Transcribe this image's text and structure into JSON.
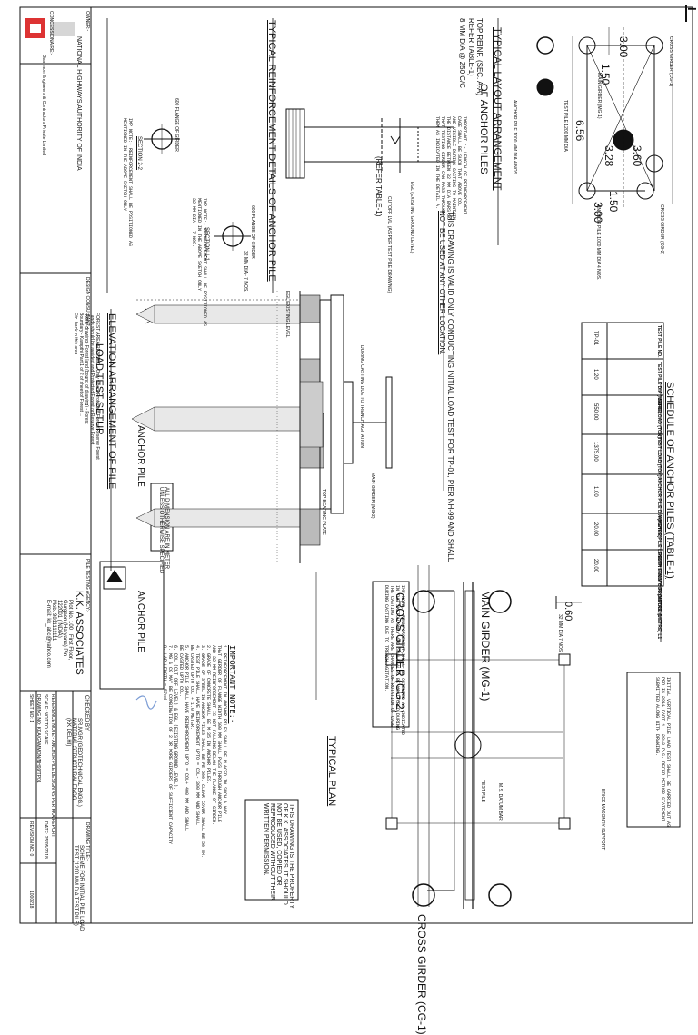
{
  "sheet": {
    "page_marker": "I",
    "layout": {
      "title": "TYPICAL LAYOUT ARRANGEMENT",
      "subtitle": "OF ANCHOR PILES",
      "dims": [
        "3.00",
        "1.50",
        "6.56",
        "3.28",
        "3.60",
        "1.50",
        "3.00"
      ],
      "test_pile_label": "TEST PILE 1200 MM DIA",
      "anchor_pile_label_1": "ANCHOR PILE 1000 MM DIA 4 NOS.",
      "anchor_pile_label_2": "ANCHOR PILE 1000 MM DIA 4 NOS.",
      "cross_girder_1": "CROSS GIRDER (CG-1)",
      "cross_girder_2": "CROSS GIRDER (CG-2)",
      "main_girder": "MAIN GIRDER (MG-1)"
    },
    "validity_note": [
      "THIS DRAWING IS VALID ONLY CONDUCTING INITIAL LOAD TEST FOR TP-01, PIER NH-99 AND SHALL",
      "NOT BE USED AT ANY OTHER LOCATION."
    ],
    "schedule": {
      "title": "SCHEDULE OF ANCHOR PILES (TABLE-1)",
      "headers": [
        "TEST PILE NO.",
        "TEST PILE DIA (METRE)",
        "SAFE LOAD (TON)",
        "TEST LOAD (TON)",
        "ANCHOR PILE DIA (METRE)",
        "ANCHOR PILE LENGTH FROM COL (METRE) L",
        "REINF. LENGTH FROM COL (METRE) L1"
      ],
      "row": [
        "TP-01",
        "1.20",
        "550.00",
        "1375.00",
        "1.00",
        "20.00",
        "20.00"
      ]
    },
    "initial_note": [
      "INITIAL VERTICAL PILE LOAD TEST SHALL BE CARRIED OUT AS",
      "PER IS 2911 PART 4 - 2013 P.S. REFER METHOD STATEMENT",
      "SUBMITTED ALONG WITH DRAWING."
    ],
    "reinf": {
      "title": "TYPICAL REINFORCEMENT DETAILS OF ANCHOR PILE",
      "top_reinf": [
        "TOP REINF. (SEC. A-A)",
        "REFER TABLE-1)"
      ],
      "links": "8 MM DIA @ 250 C/C",
      "refer": "(REFER TABLE-1)",
      "cutoff": "CUTOFF LVL. (AS PER TEST PILE DRAWING)",
      "egl": "EGL (EXISTING GROUND LEVEL)",
      "important": [
        "IMPORTANT :- LENGTH OF REINFORCEMENT",
        "CAGE SHALL BE SUCH THAT ABOVE COL",
        "AND VISIBLE DURING CASTING TO MAINTAIN",
        "THE DISTANCE BETWEEN 32 MM DIA BARS SO",
        "THAT TESTING GIRDER CAN PASS THROUGH",
        "THEM AS INDICATED IN THE DETAIL A."
      ],
      "imp_note_1": [
        "IMP NOTE:- REINFORCEMENT SHALL BE POSITIONED AS",
        "MENTIONED IN THE ABOVE SKETCH ONLY",
        "32 MM DIA - 7 NOS."
      ],
      "imp_note_2": [
        "IMP NOTE:- REINFORCEMENT SHALL BE POSITIONED AS",
        "MENTIONED IN THE ABOVE SKETCH ONLY"
      ],
      "sec1": "SECTION 1-1",
      "sec2": "SECTION 2-2",
      "flange1": "600 FLANGE OF GIRDER",
      "flange2": "600 FLANGE OF GIRDER",
      "bars": "32 MM DIA - 7 NOS."
    },
    "elevation": {
      "title": "ELEVATION ARRANGEMENT OF PILE",
      "subtitle": "LOAD TEST SETUP",
      "anchor1": "ANCHOR PILE",
      "anchor2": "ANCHOR PILE",
      "main_girder": "MAIN GIRDER (MG-2)",
      "trench": "DURING CASTING DUE TO TRENCH AGITATION",
      "bearing": "TOP BEARING PLATE",
      "egl": "EGL EXISTING LEVEL"
    },
    "plan": {
      "title": "TYPICAL PLAN",
      "dim": "0.60",
      "bars": "32 MM DIA 7 NOS.",
      "test_pile": "TEST PILE",
      "datum_bar": "M.S. DATUM BAR",
      "brick_support": "BRICK MASONRY SUPPORT",
      "note": [
        "IMP NOTE:- REINFORCEMENT SHALL BE ORIENTED AS INDICATED",
        "IN THE SKETCH ONLY AND SHALL ALSO BE MONITORED DURING",
        "THE CASTING AS THERE ARE CHANCES OF ROTATION OF CAGE",
        "DURING CASTING DUE TO TRENCH AGITATION."
      ]
    },
    "property_note": [
      "THIS DRAWING IS THE PROPERTY",
      "OF K.K. ASSOCIATES. IT SHOULD",
      "NOT BE USED, COPIED OR",
      "REPRODUCED WITHOUT THEIR",
      "WRITTEN PERMISSION."
    ],
    "important_note": {
      "title": "IMPORTANT NOTE:-",
      "items": [
        "1. REINFORCEMENT IN ANCHOR PILES SHALL BE PLACED IN SUCH A WAY",
        "   THAT GIRDER OF FLANGE WIDTH 600 MM SHALL PASS THROUGH ANCHOR PILE",
        "   AND 32 MM REINFORCEMENT IS NOT FALLING BELOW THE FLANGE OF GIRDER.",
        "2. GRADE OF CONCRETE SHALL BE M-35 IN ANCHOR PILES.",
        "3. GRADE OF STEEL IN ANCHOR PILES SHALL BE FE 500. CLEAR COVER SHALL BE 50 MM.",
        "4. TEST PILE SHALL HAVE REINFORCEMENT UPTO = COL- 300 MM AND SHALL",
        "   BE CASTED UPTO COL + 1.0 METER.",
        "5. ANCHOR PILE SHALL HAVE REINFORCEMENT UPTO = COL+ 400 MM AND SHALL",
        "   BE CASTED UPTO COL.",
        "6. COL (CUT OFF LEVEL) & EGL (EXISTING GROUND LEVEL).",
        "7. MG & CG MAY BE COMBINATION OF 2 OR MORE GIRDERS OF SUFFICIENT CAPACITY",
        "8. LAP LENGTH = 57xd"
      ]
    },
    "dims_note": [
      "ALL DIMENSION ARE IN METER",
      "UNLESS OTHERWISE SPECIFIED"
    ],
    "ground_note": [
      "FOREST AREA REVISED - Only where Protected Forest/Reserve Forest",
      "Lands should be avoided and Protected Forest or Reserve Forest",
      "(Refer drawing) Forest land (bound of drawing) - Forest",
      "Boundary - Kampthi Part 1 of 2 of sheet of Forest ... ",
      "Etc. back in this area"
    ],
    "title_block": {
      "owner_label": "OWNER:-",
      "owner": "NATIONAL HIGHWAYS AUTHORITY OF INDIA",
      "concessionaire_label": "CONCESSIONAIRE:-",
      "concessionaire": "Gammon Engineers & Contractors Private Limited",
      "consultant_label": "DESIGN CONSULTANT:-",
      "consultant": "",
      "testing_label": "PILE TESTING AGENCY:-",
      "agency": "K.K. ASSOCIATES",
      "address": [
        "Plot No. 100 , First Floor,",
        "Gurgaon (Haryana) Pin-",
        "122001 (INDIA)",
        "Mob. 9811111111",
        "E-mail: kk_abc@yahoo.com"
      ],
      "checked_by": "CHECKED BY",
      "checkers": [
        "SR.MGR (GEOTECHNICAL ENGG.)",
        "MATERIAL STRUCTURAL ENGG.",
        "(KK DELHI)"
      ],
      "drawing_title_label": "DRAWING TITLE:-",
      "drawing_title": [
        "SCHEME FOR INITIAL PILE LOAD",
        "TEST (1200 MM DIA TEST PILE)"
      ],
      "reference": "REFERENCE NOTE:- ANCHOR PILE DESIGN AS PER KKA REPORT",
      "date": "DATE: 25/05/2018",
      "scale": "SCALE: NOT TO SCALE",
      "drawing_no": "DRAWING NO: KKA/GAMMON/NH99/TP01",
      "sheet": "SHEET NO: 1",
      "revision": "REVISION NO: 0",
      "code": "1000218"
    }
  }
}
